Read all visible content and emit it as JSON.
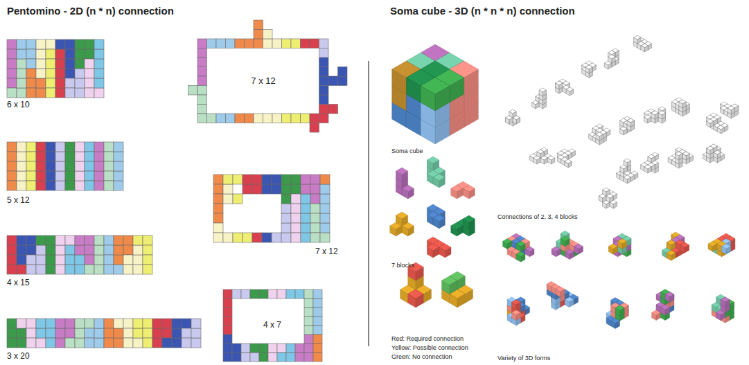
{
  "diagram": {
    "labels": [
      "Pentomino - 2D (n * n) connection",
      "Soma cube - 3D (n * n * n) connection",
      "6 x 10",
      "7 x 12",
      "5 x 12",
      "7 x 12",
      "4 x 15",
      "4 x 7",
      "3 x 20",
      "Soma cube",
      "7 blocks",
      "Red: Required connection",
      "Yellow: Possible connection",
      "Green: No connection",
      "Connections of 2, 3, 4 blocks",
      "Variety of 3D forms"
    ]
  }
}
